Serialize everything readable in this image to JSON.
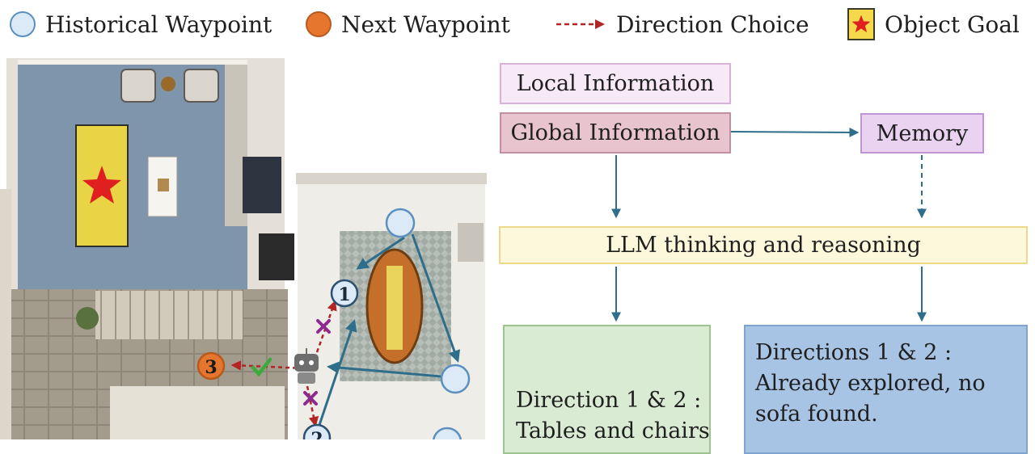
{
  "legend": {
    "historical": "Historical Waypoint",
    "next": "Next Waypoint",
    "direction": "Direction Choice",
    "goal": "Object Goal"
  },
  "map": {
    "waypoint_labels": [
      "1",
      "2",
      "3"
    ]
  },
  "flow": {
    "local": "Local Information",
    "global": "Global Information",
    "memory": "Memory",
    "llm": "LLM thinking and reasoning",
    "left_result": [
      "Direction 1 & 2 :",
      "Tables and chairs"
    ],
    "right_result": [
      "Directions 1 & 2 :",
      "Already explored, no",
      "sofa found."
    ]
  },
  "colors": {
    "waypoint_fill": "#dce9f6",
    "waypoint_stroke": "#5b8fbf",
    "next_fill": "#e6752e",
    "direction_arrow": "#b32424",
    "goal_box": "#f5d84b",
    "goal_star": "#e02020",
    "flow_arrow": "#2f6e8a"
  },
  "icons": {
    "historical": "circle-icon",
    "next": "orange-circle-icon",
    "direction": "dashed-arrow-icon",
    "goal": "star-icon",
    "robot": "robot-icon",
    "blocked": "cross-icon",
    "chosen": "check-icon"
  }
}
